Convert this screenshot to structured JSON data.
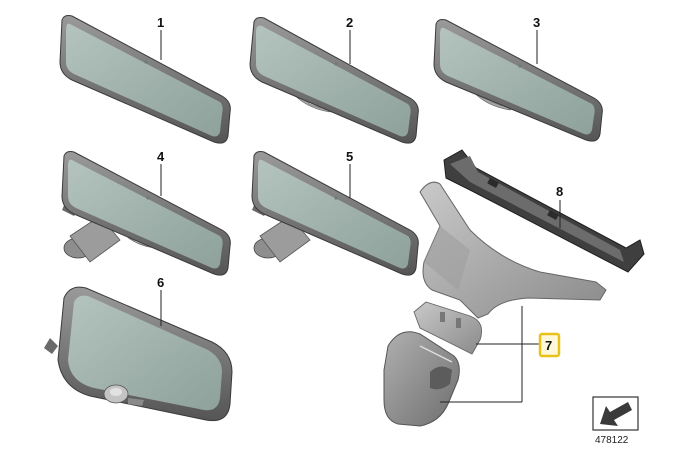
{
  "parts": [
    {
      "callout": "1"
    },
    {
      "callout": "2"
    },
    {
      "callout": "3"
    },
    {
      "callout": "4"
    },
    {
      "callout": "5"
    },
    {
      "callout": "6"
    },
    {
      "callout": "7",
      "highlighted": true
    },
    {
      "callout": "8"
    }
  ],
  "reference_number": "478122",
  "colors": {
    "frame": "#7d7d7d",
    "frame_dark": "#4a4a4a",
    "glass": "#9fb0aa",
    "mount": "#a8a8a8",
    "highlight_box": "#e8c21a"
  },
  "icons": {
    "direction_arrow": "arrow-down-left-icon"
  }
}
